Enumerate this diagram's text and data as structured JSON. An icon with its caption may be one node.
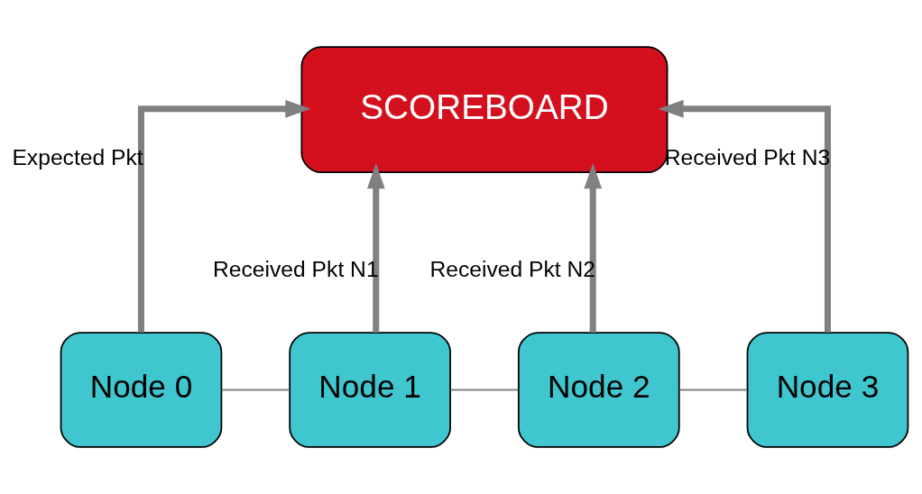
{
  "diagram": {
    "nodes": [
      {
        "text": [
          "SCOREBOARD"
        ]
      },
      {
        "text": [
          "Node 0"
        ]
      },
      {
        "text": [
          "Node 1"
        ]
      },
      {
        "text": [
          "Node 2"
        ]
      },
      {
        "text": [
          "Node 3"
        ]
      }
    ],
    "edges": [
      {
        "from": 1,
        "to": 0,
        "arrow": "to",
        "label": "Expected Pkt"
      },
      {
        "from": 2,
        "to": 0,
        "arrow": "to",
        "label": "Received Pkt N1"
      },
      {
        "from": 3,
        "to": 0,
        "arrow": "to",
        "label": "Received Pkt N2"
      },
      {
        "from": 4,
        "to": 0,
        "arrow": "to",
        "label": "Received Pkt N3"
      },
      {
        "from": 1,
        "to": 2,
        "arrow": "none"
      },
      {
        "from": 2,
        "to": 3,
        "arrow": "none"
      },
      {
        "from": 3,
        "to": 4,
        "arrow": "none"
      }
    ]
  }
}
